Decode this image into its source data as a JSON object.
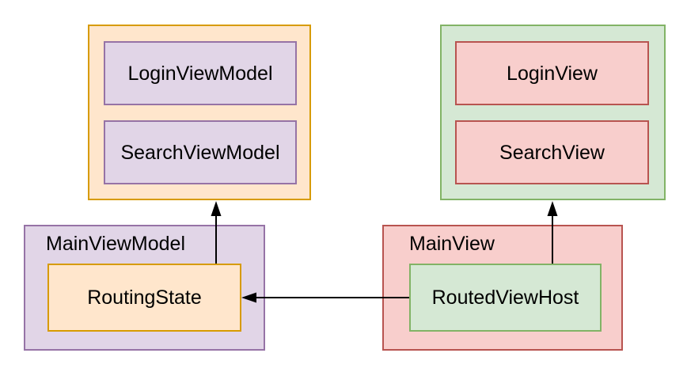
{
  "diagram": {
    "type": "architecture-diagram",
    "nodes": {
      "login_viewmodel": "LoginViewModel",
      "search_viewmodel": "SearchViewModel",
      "login_view": "LoginView",
      "search_view": "SearchView",
      "main_viewmodel": "MainViewModel",
      "routing_state": "RoutingState",
      "main_view": "MainView",
      "routed_view_host": "RoutedViewHost"
    },
    "groups": {
      "viewmodel_stack": {
        "children": [
          "LoginViewModel",
          "SearchViewModel"
        ],
        "theme": "orange-container-purple-items"
      },
      "view_stack": {
        "children": [
          "LoginView",
          "SearchView"
        ],
        "theme": "green-container-red-items"
      },
      "main_viewmodel": {
        "label": "MainViewModel",
        "children": [
          "RoutingState"
        ],
        "theme": "purple-container-orange-item"
      },
      "main_view": {
        "label": "MainView",
        "children": [
          "RoutedViewHost"
        ],
        "theme": "red-container-green-item"
      }
    },
    "edges": [
      {
        "from": "RoutingState",
        "to": "viewmodel_stack",
        "direction": "up"
      },
      {
        "from": "RoutedViewHost",
        "to": "view_stack",
        "direction": "up"
      },
      {
        "from": "RoutedViewHost",
        "to": "RoutingState",
        "direction": "left"
      }
    ],
    "colors": {
      "orange_fill": "#ffe6cc",
      "orange_stroke": "#d79b00",
      "purple_fill": "#e1d5e7",
      "purple_stroke": "#9673a6",
      "green_fill": "#d5e8d4",
      "green_stroke": "#82b366",
      "red_fill": "#f8cecc",
      "red_stroke": "#b85450",
      "arrow": "#000000",
      "background": "#ffffff"
    }
  }
}
